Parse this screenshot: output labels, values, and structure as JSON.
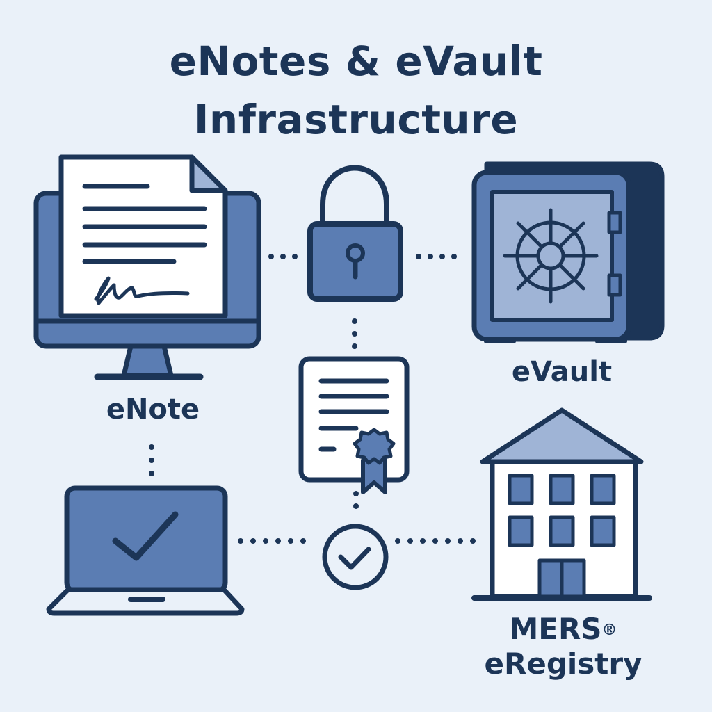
{
  "title": {
    "line1": "eNotes & eVault",
    "line2": "Infrastructure"
  },
  "nodes": {
    "enote": {
      "label": "eNote",
      "icon": "monitor-document-icon"
    },
    "evault": {
      "label": "eVault",
      "icon": "safe-icon"
    },
    "mers": {
      "label_line1": "MERS",
      "registered_mark": "®",
      "label_line2": "eRegistry",
      "icon": "building-icon"
    },
    "lock": {
      "icon": "padlock-icon"
    },
    "certificate": {
      "icon": "certificate-icon"
    },
    "verify": {
      "icon": "check-circle-icon"
    },
    "laptop": {
      "icon": "laptop-check-icon"
    }
  },
  "colors": {
    "background": "#eaf1f9",
    "outline": "#1c3557",
    "fill_mid": "#5b7db3",
    "fill_light": "#9fb4d6",
    "paper": "#ffffff"
  }
}
